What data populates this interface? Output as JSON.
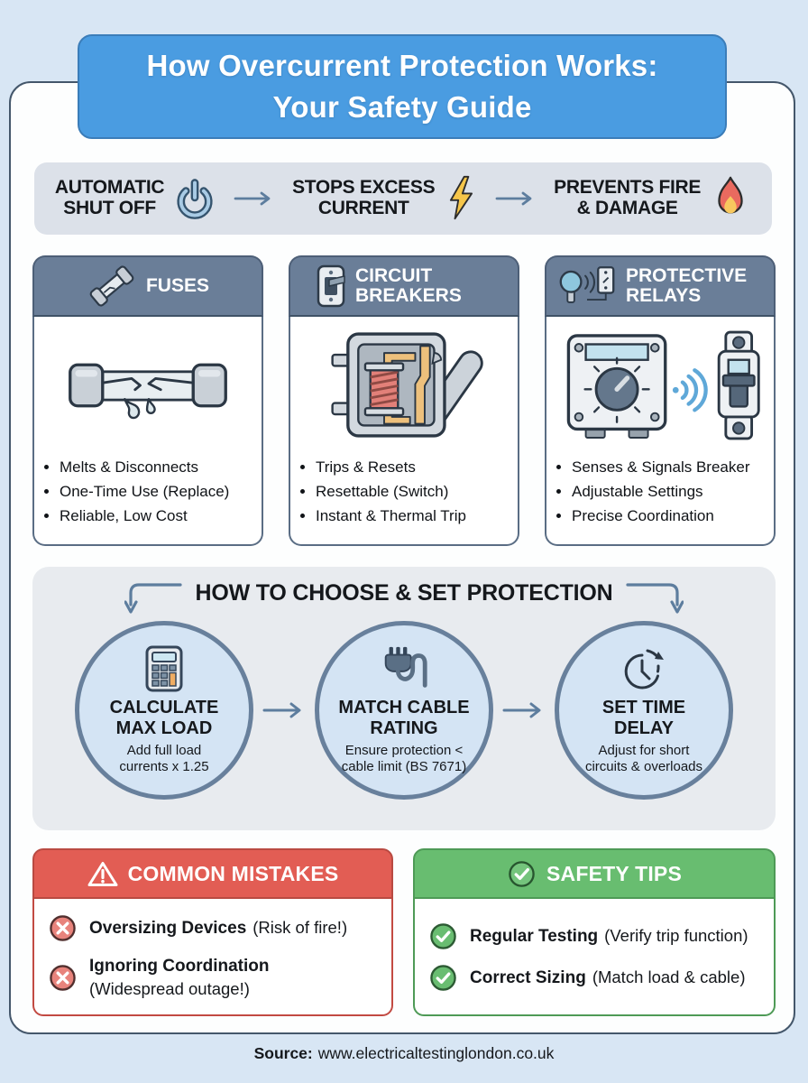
{
  "colors": {
    "page_bg": "#d8e6f4",
    "title_blue": "#4a9ce1",
    "slate_header": "#6a7e98",
    "circle_fill": "#d4e4f4",
    "mistakes_red": "#e25d54",
    "tips_green": "#68bd70",
    "lightning_yellow": "#f6c64a",
    "flame_red": "#e96a5f",
    "arrow_slate": "#5d7d9e"
  },
  "title": {
    "line1": "How Overcurrent Protection Works:",
    "line2": "Your Safety Guide"
  },
  "flow": {
    "steps": [
      {
        "icon": "power-icon",
        "line1": "AUTOMATIC",
        "line2": "SHUT OFF"
      },
      {
        "icon": "lightning-icon",
        "line1": "STOPS EXCESS",
        "line2": "CURRENT"
      },
      {
        "icon": "flame-icon",
        "line1": "PREVENTS FIRE",
        "line2": "& DAMAGE"
      }
    ]
  },
  "cards": [
    {
      "icon": "fuse-icon",
      "title": "FUSES",
      "illustration": "blown-fuse-illustration",
      "bullets": [
        "Melts & Disconnects",
        "One-Time Use (Replace)",
        "Reliable, Low Cost"
      ]
    },
    {
      "icon": "breaker-switch-icon",
      "title": "CIRCUIT BREAKERS",
      "illustration": "breaker-mechanism-illustration",
      "bullets": [
        "Trips & Resets",
        "Resettable (Switch)",
        "Instant & Thermal Trip"
      ]
    },
    {
      "icon": "relay-sensor-icon",
      "title": "PROTECTIVE RELAYS",
      "illustration": "relay-and-breaker-illustration",
      "bullets": [
        "Senses & Signals Breaker",
        "Adjustable Settings",
        "Precise Coordination"
      ]
    }
  ],
  "choose": {
    "title": "HOW TO CHOOSE & SET PROTECTION",
    "steps": [
      {
        "icon": "calculator-icon",
        "title1": "CALCULATE",
        "title2": "MAX LOAD",
        "desc1": "Add full load",
        "desc2": "currents x 1.25"
      },
      {
        "icon": "plug-icon",
        "title1": "MATCH CABLE",
        "title2": "RATING",
        "desc1": "Ensure protection <",
        "desc2": "cable limit (BS 7671)"
      },
      {
        "icon": "clock-rotate-icon",
        "title1": "SET TIME",
        "title2": "DELAY",
        "desc1": "Adjust for short",
        "desc2": "circuits & overloads"
      }
    ]
  },
  "mistakes": {
    "title": "COMMON MISTAKES",
    "items": [
      {
        "bold": "Oversizing Devices",
        "normal": "(Risk of fire!)"
      },
      {
        "bold": "Ignoring Coordination",
        "normal": "(Widespread outage!)"
      }
    ]
  },
  "tips": {
    "title": "SAFETY TIPS",
    "items": [
      {
        "bold": "Regular Testing",
        "normal": "(Verify trip function)"
      },
      {
        "bold": "Correct Sizing",
        "normal": "(Match load & cable)"
      }
    ]
  },
  "footer": {
    "label": "Source:",
    "url": "www.electricaltestinglondon.co.uk"
  }
}
